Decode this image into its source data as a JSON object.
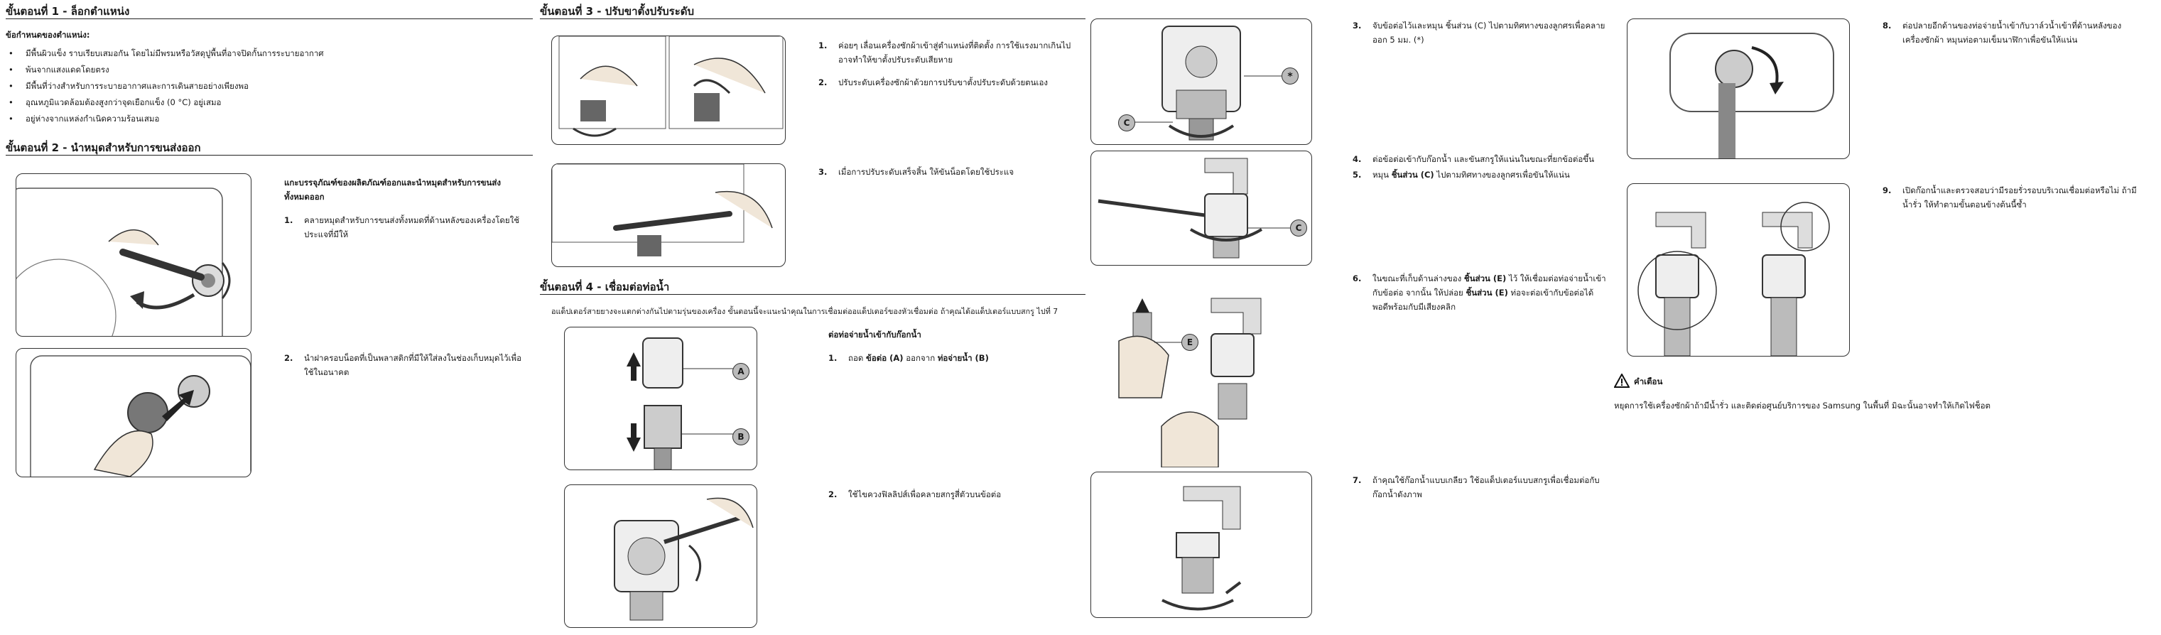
{
  "col1": {
    "step1_heading": "ขั้นตอนที่ 1 - ล็อกตำแหน่ง",
    "criteria_heading": "ข้อกำหนดของตำแหน่ง:",
    "criteria": [
      "มีพื้นผิวแข็ง ราบเรียบเสมอกัน โดยไม่มีพรมหรือวัสดุปูพื้นที่อาจปิดกั้นการระบายอากาศ",
      "พ้นจากแสงแดดโดยตรง",
      "มีพื้นที่ว่างสำหรับการระบายอากาศและการเดินสายอย่างเพียงพอ",
      "อุณหภูมิแวดล้อมต้องสูงกว่าจุดเยือกแข็ง (0 °C) อยู่เสมอ",
      "อยู่ห่างจากแหล่งกำเนิดความร้อนเสมอ"
    ],
    "step2_heading": "ขั้นตอนที่ 2 - นำหมุดสำหรับการขนส่งออก",
    "remove_title": "แกะบรรจุภัณฑ์ของผลิตภัณฑ์ออกและนำหมุดสำหรับการขนส่งทั้งหมดออก",
    "steps": [
      {
        "num": "1.",
        "text": "คลายหมุดสำหรับการขนส่งทั้งหมดที่ด้านหลังของเครื่องโดยใช้ประแจที่มีให้"
      },
      {
        "num": "2.",
        "text": "นำฝาครอบน็อตที่เป็นพลาสติกที่มีให้ใส่ลงในช่องเก็บหมุดไว้เพื่อใช้ในอนาคต"
      }
    ]
  },
  "col2": {
    "step3_heading": "ขั้นตอนที่ 3 - ปรับขาตั้งปรับระดับ",
    "steps": [
      {
        "num": "1.",
        "text": "ค่อยๆ เลื่อนเครื่องซักผ้าเข้าสู่ตำแหน่งที่ติดตั้ง การใช้แรงมากเกินไปอาจทำให้ขาตั้งปรับระดับเสียหาย"
      },
      {
        "num": "2.",
        "text": "ปรับระดับเครื่องซักผ้าด้วยการปรับขาตั้งปรับระดับด้วยตนเอง"
      },
      {
        "num": "3.",
        "text": "เมื่อการปรับระดับเสร็จสิ้น ให้ขันน็อตโดยใช้ประแจ"
      }
    ],
    "step4_heading": "ขั้นตอนที่ 4 - เชื่อมต่อท่อน้ำ",
    "intro": "อแด็ปเตอร์สายยางจะแตกต่างกันไปตามรุ่นของเครื่อง ขั้นตอนนี้จะแนะนำคุณในการเชื่อมต่ออแด็ปเตอร์ของหัวเชื่อมต่อ ถ้าคุณได้อแด็ปเตอร์แบบสกรู ไปที่ 7",
    "sub_heading": "ต่อท่อจ่ายน้ำเข้ากับก๊อกน้ำ",
    "sub_steps": [
      {
        "num": "1.",
        "pre": "ถอด ",
        "b1": "ข้อต่อ (A)",
        "mid": " ออกจาก ",
        "b2": "ท่อจ่ายน้ำ (B)"
      },
      {
        "num": "2.",
        "text": "ใช้ไขควงฟิลลิปส์เพื่อคลายสกรูสี่ตัวบนข้อต่อ"
      }
    ],
    "labels": {
      "a": "A",
      "b": "B"
    }
  },
  "col3": {
    "steps": [
      {
        "num": "3.",
        "text": "จับข้อต่อไว้และหมุน ชิ้นส่วน (C) ไปตามทิศทางของลูกศรเพื่อคลายออก 5 มม. (*)"
      },
      {
        "num": "4.",
        "text": "ต่อข้อต่อเข้ากับก๊อกน้ำ และขันสกรูให้แน่นในขณะที่ยกข้อต่อขึ้น"
      },
      {
        "num": "5.",
        "pre": "หมุน ",
        "b1": "ชิ้นส่วน (C)",
        "post": " ไปตามทิศทางของลูกศรเพื่อขันให้แน่น"
      },
      {
        "num": "6.",
        "pre": "ในขณะที่เก็บด้านล่างของ ",
        "b1": "ชิ้นส่วน (E)",
        "mid": " ไว้ ให้เชื่อมต่อท่อจ่ายน้ำเข้ากับข้อต่อ จากนั้น ให้ปล่อย ",
        "b2": "ชิ้นส่วน (E)",
        "post": " ท่อจะต่อเข้ากับข้อต่อได้พอดีพร้อมกับมีเสียงคลิก"
      },
      {
        "num": "7.",
        "text": "ถ้าคุณใช้ก๊อกน้ำแบบเกลียว ใช้อแด็ปเตอร์แบบสกรูเพื่อเชื่อมต่อกับก๊อกน้ำดังภาพ"
      }
    ],
    "labels": {
      "c": "C",
      "star": "*",
      "e": "E"
    }
  },
  "col4": {
    "steps": [
      {
        "num": "8.",
        "text": "ต่อปลายอีกด้านของท่อจ่ายน้ำเข้ากับวาล์วน้ำเข้าที่ด้านหลังของเครื่องซักผ้า หมุนท่อตามเข็มนาฬิกาเพื่อขันให้แน่น"
      },
      {
        "num": "9.",
        "text": "เปิดก๊อกน้ำและตรวจสอบว่ามีรอยรั่วรอบบริเวณเชื่อมต่อหรือไม่ ถ้ามีน้ำรั่ว ให้ทำตามขั้นตอนข้างต้นนี้ซ้ำ"
      }
    ],
    "warning_title": "คำเตือน",
    "warning_text": "หยุดการใช้เครื่องซักผ้าถ้ามีน้ำรั่ว และติดต่อศูนย์บริการของ Samsung ในพื้นที่ มิฉะนั้นอาจทำให้เกิดไฟช็อต"
  },
  "icons": [
    "warning-triangle-icon"
  ]
}
